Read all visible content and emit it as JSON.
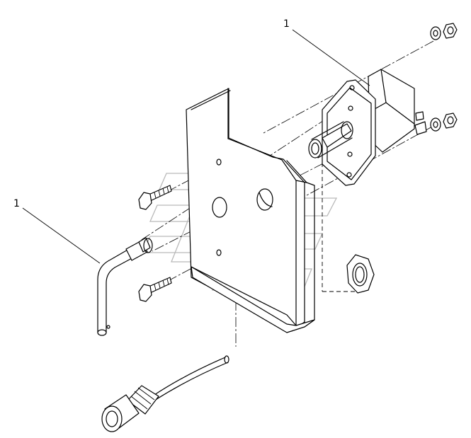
{
  "callouts": [
    {
      "id": "callout-upper",
      "label": "1"
    },
    {
      "id": "callout-lower",
      "label": "1"
    }
  ],
  "colors": {
    "line": "#000000",
    "background": "#ffffff",
    "watermark": "#b9b9b9"
  }
}
